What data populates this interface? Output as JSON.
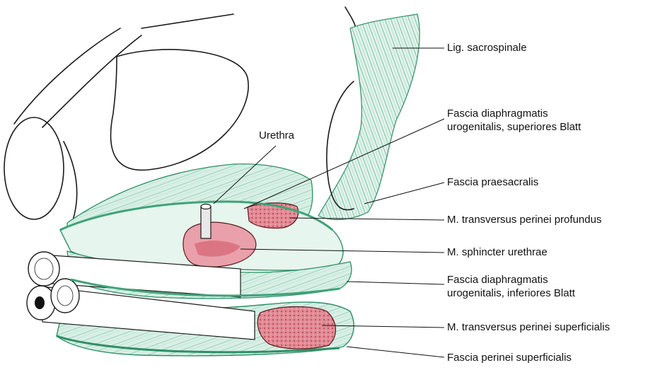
{
  "colors": {
    "fascia_fill": "#cfe9df",
    "fascia_edge": "#3fa37a",
    "fascia_dark": "#2f8f66",
    "muscle": "#e08a94",
    "muscle_dark": "#c24a58",
    "bone": "#ffffff"
  },
  "labels": {
    "urethra": "Urethra",
    "lig_sacrospinale": "Lig. sacrospinale",
    "fascia_diaphragmatis_sup_1": "Fascia diaphragmatis",
    "fascia_diaphragmatis_sup_2": "urogenitalis, superiores Blatt",
    "fascia_praesacralis": "Fascia praesacralis",
    "m_transversus_profundus": "M. transversus perinei profundus",
    "m_sphincter_urethrae": "M. sphincter urethrae",
    "fascia_diaphragmatis_inf_1": "Fascia diaphragmatis",
    "fascia_diaphragmatis_inf_2": "urogenitalis, inferiores Blatt",
    "m_transversus_superficialis": "M. transversus perinei superficialis",
    "fascia_perinei_superficialis": "Fascia perinei superficialis"
  }
}
